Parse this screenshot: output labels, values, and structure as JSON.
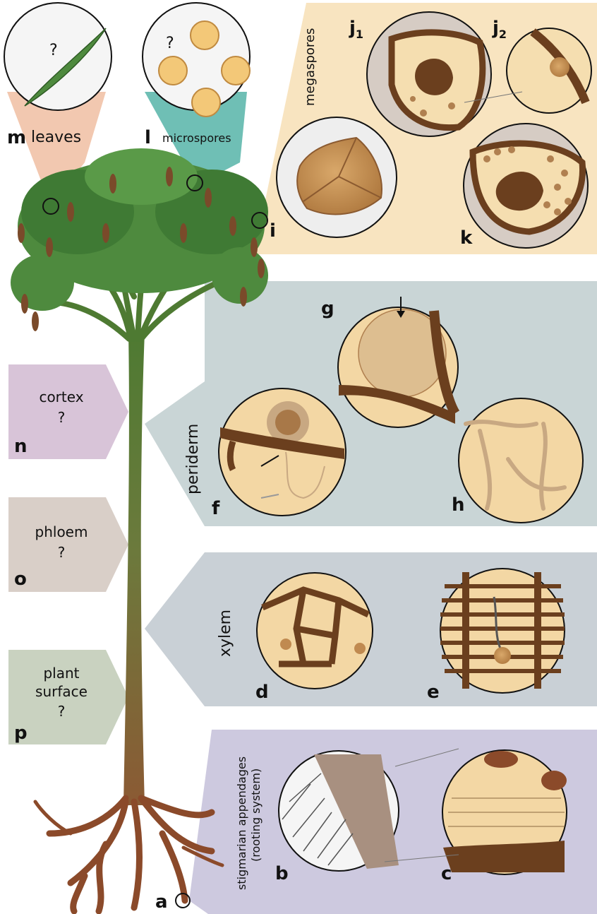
{
  "labels": {
    "m": "m",
    "leaves": "leaves",
    "q_leaves": "?",
    "l": "l",
    "microspores": "microspores",
    "q_micro": "?",
    "megaspores": "megaspores",
    "j1_main": "j",
    "j1_sub": "1",
    "j2_main": "j",
    "j2_sub": "2",
    "i": "i",
    "k": "k",
    "g": "g",
    "f": "f",
    "h": "h",
    "periderm": "periderm",
    "d": "d",
    "e": "e",
    "xylem": "xylem",
    "b": "b",
    "c": "c",
    "a": "a",
    "stigmarian_1": "stigmarian appendages",
    "stigmarian_2": "(rooting system)",
    "n": "n",
    "cortex": "cortex",
    "q_cortex": "?",
    "o": "o",
    "phloem": "phloem",
    "q_phloem": "?",
    "p": "p",
    "plant": "plant",
    "surface": "surface",
    "q_surface": "?"
  },
  "colors": {
    "megaspore_panel": "#F8E4C0",
    "periderm_panel": "#C9D5D6",
    "xylem_panel": "#C9D0D6",
    "rooting_panel": "#CDC9DF",
    "cortex_tag": "#D8C4D8",
    "phloem_tag": "#D9CFC8",
    "surface_tag": "#C9D2C0",
    "leaves_wedge": "#F2C8B0",
    "micro_wedge": "#6FBFB5",
    "tissue_brown": "#6B3F1E",
    "cell_tan": "#F3D7A4",
    "foliage_green": "#4E8A3E",
    "trunk_brown": "#8B6438"
  }
}
